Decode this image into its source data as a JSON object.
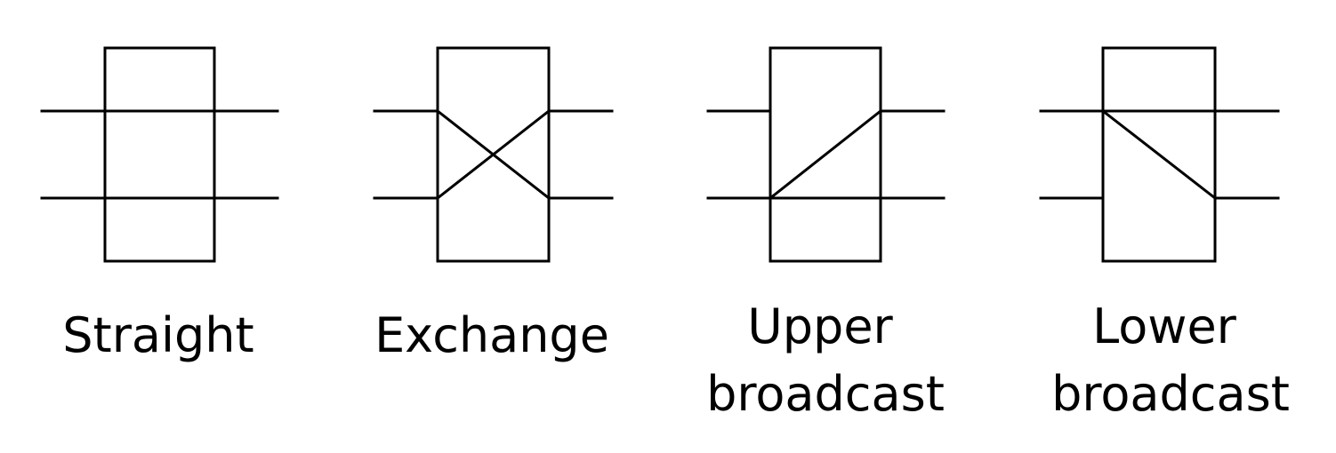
{
  "switch_states": [
    {
      "id": "straight",
      "label_lines": [
        "Straight"
      ]
    },
    {
      "id": "exchange",
      "label_lines": [
        "Exchange"
      ]
    },
    {
      "id": "upper-broadcast",
      "label_lines": [
        "Upper",
        "broadcast"
      ]
    },
    {
      "id": "lower-broadcast",
      "label_lines": [
        "Lower",
        "broadcast"
      ]
    }
  ]
}
